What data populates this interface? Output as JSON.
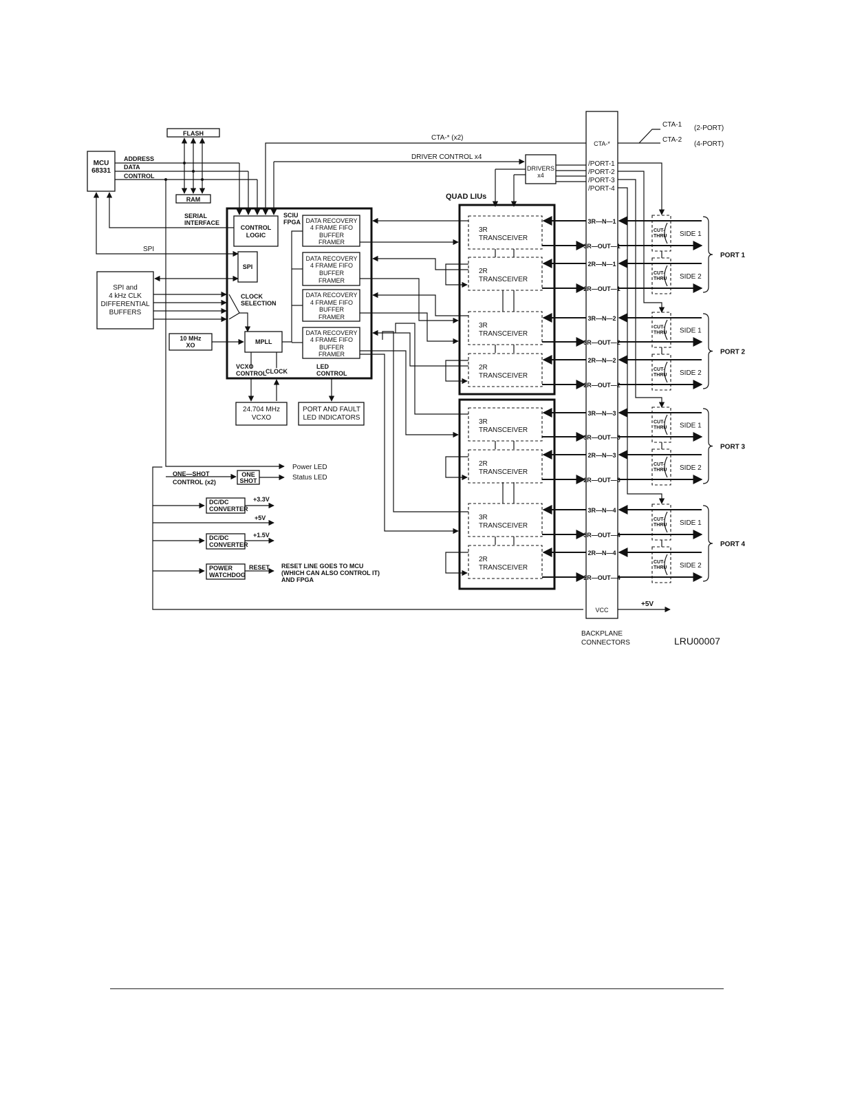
{
  "labels": {
    "mcu": [
      "MCU",
      "68331"
    ],
    "address": "ADDRESS",
    "data": "DATA",
    "control": "CONTROL",
    "flash": "FLASH",
    "ram": "RAM",
    "cta_x2": "CTA-* (x2)",
    "driver_control": "DRIVER CONTROL x4",
    "drivers": "DRIVERS",
    "drivers_x4": "x4",
    "quad_lius": "QUAD LIUs",
    "serial_interface": [
      "SERIAL",
      "INTERFACE"
    ],
    "control_logic": [
      "CONTROL",
      "LOGIC"
    ],
    "sciu_fpga": [
      "SCIU",
      "FPGA"
    ],
    "spi_line": "SPI",
    "spi_block": "SPI",
    "spi_buffers": [
      "SPI and",
      "4 kHz CLK",
      "DIFFERENTIAL",
      "BUFFERS"
    ],
    "clock_selection": [
      "CLOCK",
      "SELECTION"
    ],
    "xo": [
      "10  MHz",
      "XO"
    ],
    "mpll": "MPLL",
    "data_recovery": [
      "DATA RECOVERY",
      "4 FRAME FIFO",
      "BUFFER",
      "FRAMER"
    ],
    "vcxo_control": [
      "VCXO",
      "CONTROL"
    ],
    "clock": "CLOCK",
    "led_control": [
      "LED",
      "CONTROL"
    ],
    "vcxo": [
      "24.704 MHz",
      "VCXO"
    ],
    "led_indicators": [
      "PORT AND FAULT",
      "LED INDICATORS"
    ],
    "power_led": "Power LED",
    "status_led": "Status LED",
    "one_shot_control": [
      "ONE—SHOT",
      "CONTROL  (x2)"
    ],
    "one_shot": [
      "ONE",
      "SHOT"
    ],
    "dcdc": [
      "DC/DC",
      "CONVERTER"
    ],
    "v33": "+3.3V",
    "v5": "+5V",
    "v15": "+1.5V",
    "power_watchdog": [
      "POWER",
      "WATCHDOG"
    ],
    "reset": "RESET",
    "reset_note": [
      "RESET LINE GOES TO MCU",
      "(WHICH CAN ALSO CONTROL IT)",
      "AND FPGA"
    ],
    "transceiver_3r": [
      "3R",
      "TRANSCEIVER"
    ],
    "transceiver_2r": [
      "2R",
      "TRANSCEIVER"
    ],
    "cta_star": "CTA-*",
    "cta1": "CTA-1",
    "cta2": "CTA-2",
    "two_port": "(2-PORT)",
    "four_port": "(4-PORT)",
    "port_ctrl": [
      "/PORT-1",
      "/PORT-2",
      "/PORT-3",
      "/PORT-4"
    ],
    "signals": [
      [
        "3R—N—1",
        "3R—OUT—1",
        "2R—N—1",
        "2R—OUT—1"
      ],
      [
        "3R—N—2",
        "3R—OUT—2",
        "2R—N—2",
        "2R—OUT—2"
      ],
      [
        "3R—N—3",
        "3R—OUT—3",
        "2R—N—3",
        "2R—OUT—3"
      ],
      [
        "3R—N—4",
        "3R—OUT—4",
        "2R—N—4",
        "2R—OUT—4"
      ]
    ],
    "cut_thru": [
      "CUT-",
      "THRU"
    ],
    "side1": "SIDE 1",
    "side2": "SIDE 2",
    "ports": [
      "PORT 1",
      "PORT 2",
      "PORT 3",
      "PORT 4"
    ],
    "vcc": "VCC",
    "plus5v_out": "+5V",
    "backplane": [
      "BACKPLANE",
      "CONNECTORS"
    ],
    "figure_id": "LRU00007"
  }
}
